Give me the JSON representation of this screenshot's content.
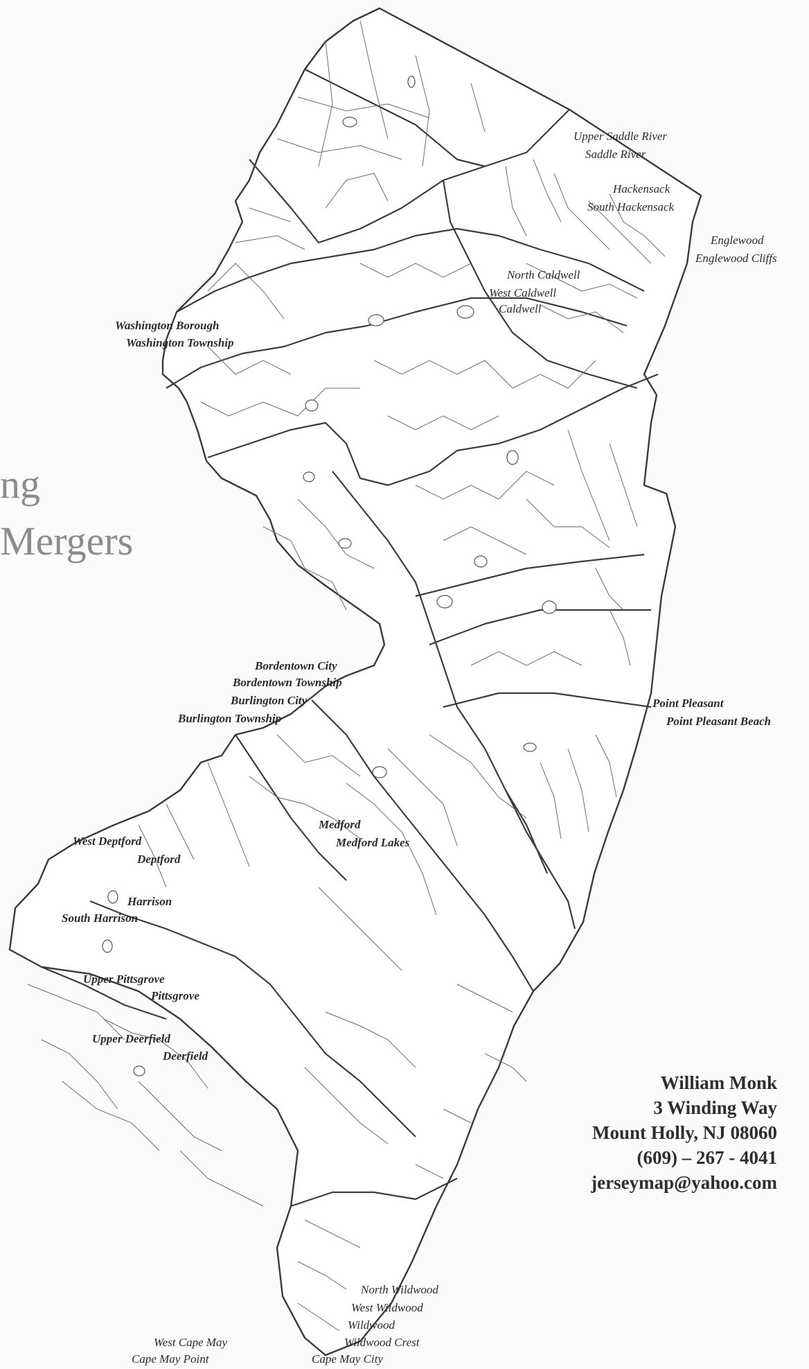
{
  "title_fragments": {
    "line1": "ng",
    "line2": "Mergers"
  },
  "labels": {
    "upper_saddle_river": "Upper Saddle River",
    "saddle_river": "Saddle River",
    "hackensack": "Hackensack",
    "south_hackensack": "South Hackensack",
    "englewood": "Englewood",
    "englewood_cliffs": "Englewood Cliffs",
    "north_caldwell": "North Caldwell",
    "west_caldwell": "West Caldwell",
    "caldwell": "Caldwell",
    "washington_borough": "Washington Borough",
    "washington_township": "Washington Township",
    "bordentown_city": "Bordentown City",
    "bordentown_township": "Bordentown Township",
    "burlington_city": "Burlington City",
    "burlington_township": "Burlington Township",
    "point_pleasant": "Point Pleasant",
    "point_pleasant_beach": "Point Pleasant Beach",
    "medford": "Medford",
    "medford_lakes": "Medford Lakes",
    "west_deptford": "West Deptford",
    "deptford": "Deptford",
    "harrison": "Harrison",
    "south_harrison": "South Harrison",
    "upper_pittsgrove": "Upper Pittsgrove",
    "pittsgrove": "Pittsgrove",
    "upper_deerfield": "Upper Deerfield",
    "deerfield": "Deerfield",
    "north_wildwood": "North Wildwood",
    "west_wildwood": "West Wildwood",
    "wildwood": "Wildwood",
    "wildwood_crest": "Wildwood Crest",
    "west_cape_may": "West Cape May",
    "cape_may_point": "Cape May Point",
    "cape_may_city": "Cape May City"
  },
  "contact": {
    "name": "William Monk",
    "street": "3 Winding Way",
    "city": "Mount Holly, NJ 08060",
    "phone": "(609) – 267 - 4041",
    "email": "jerseymap@yahoo.com"
  }
}
